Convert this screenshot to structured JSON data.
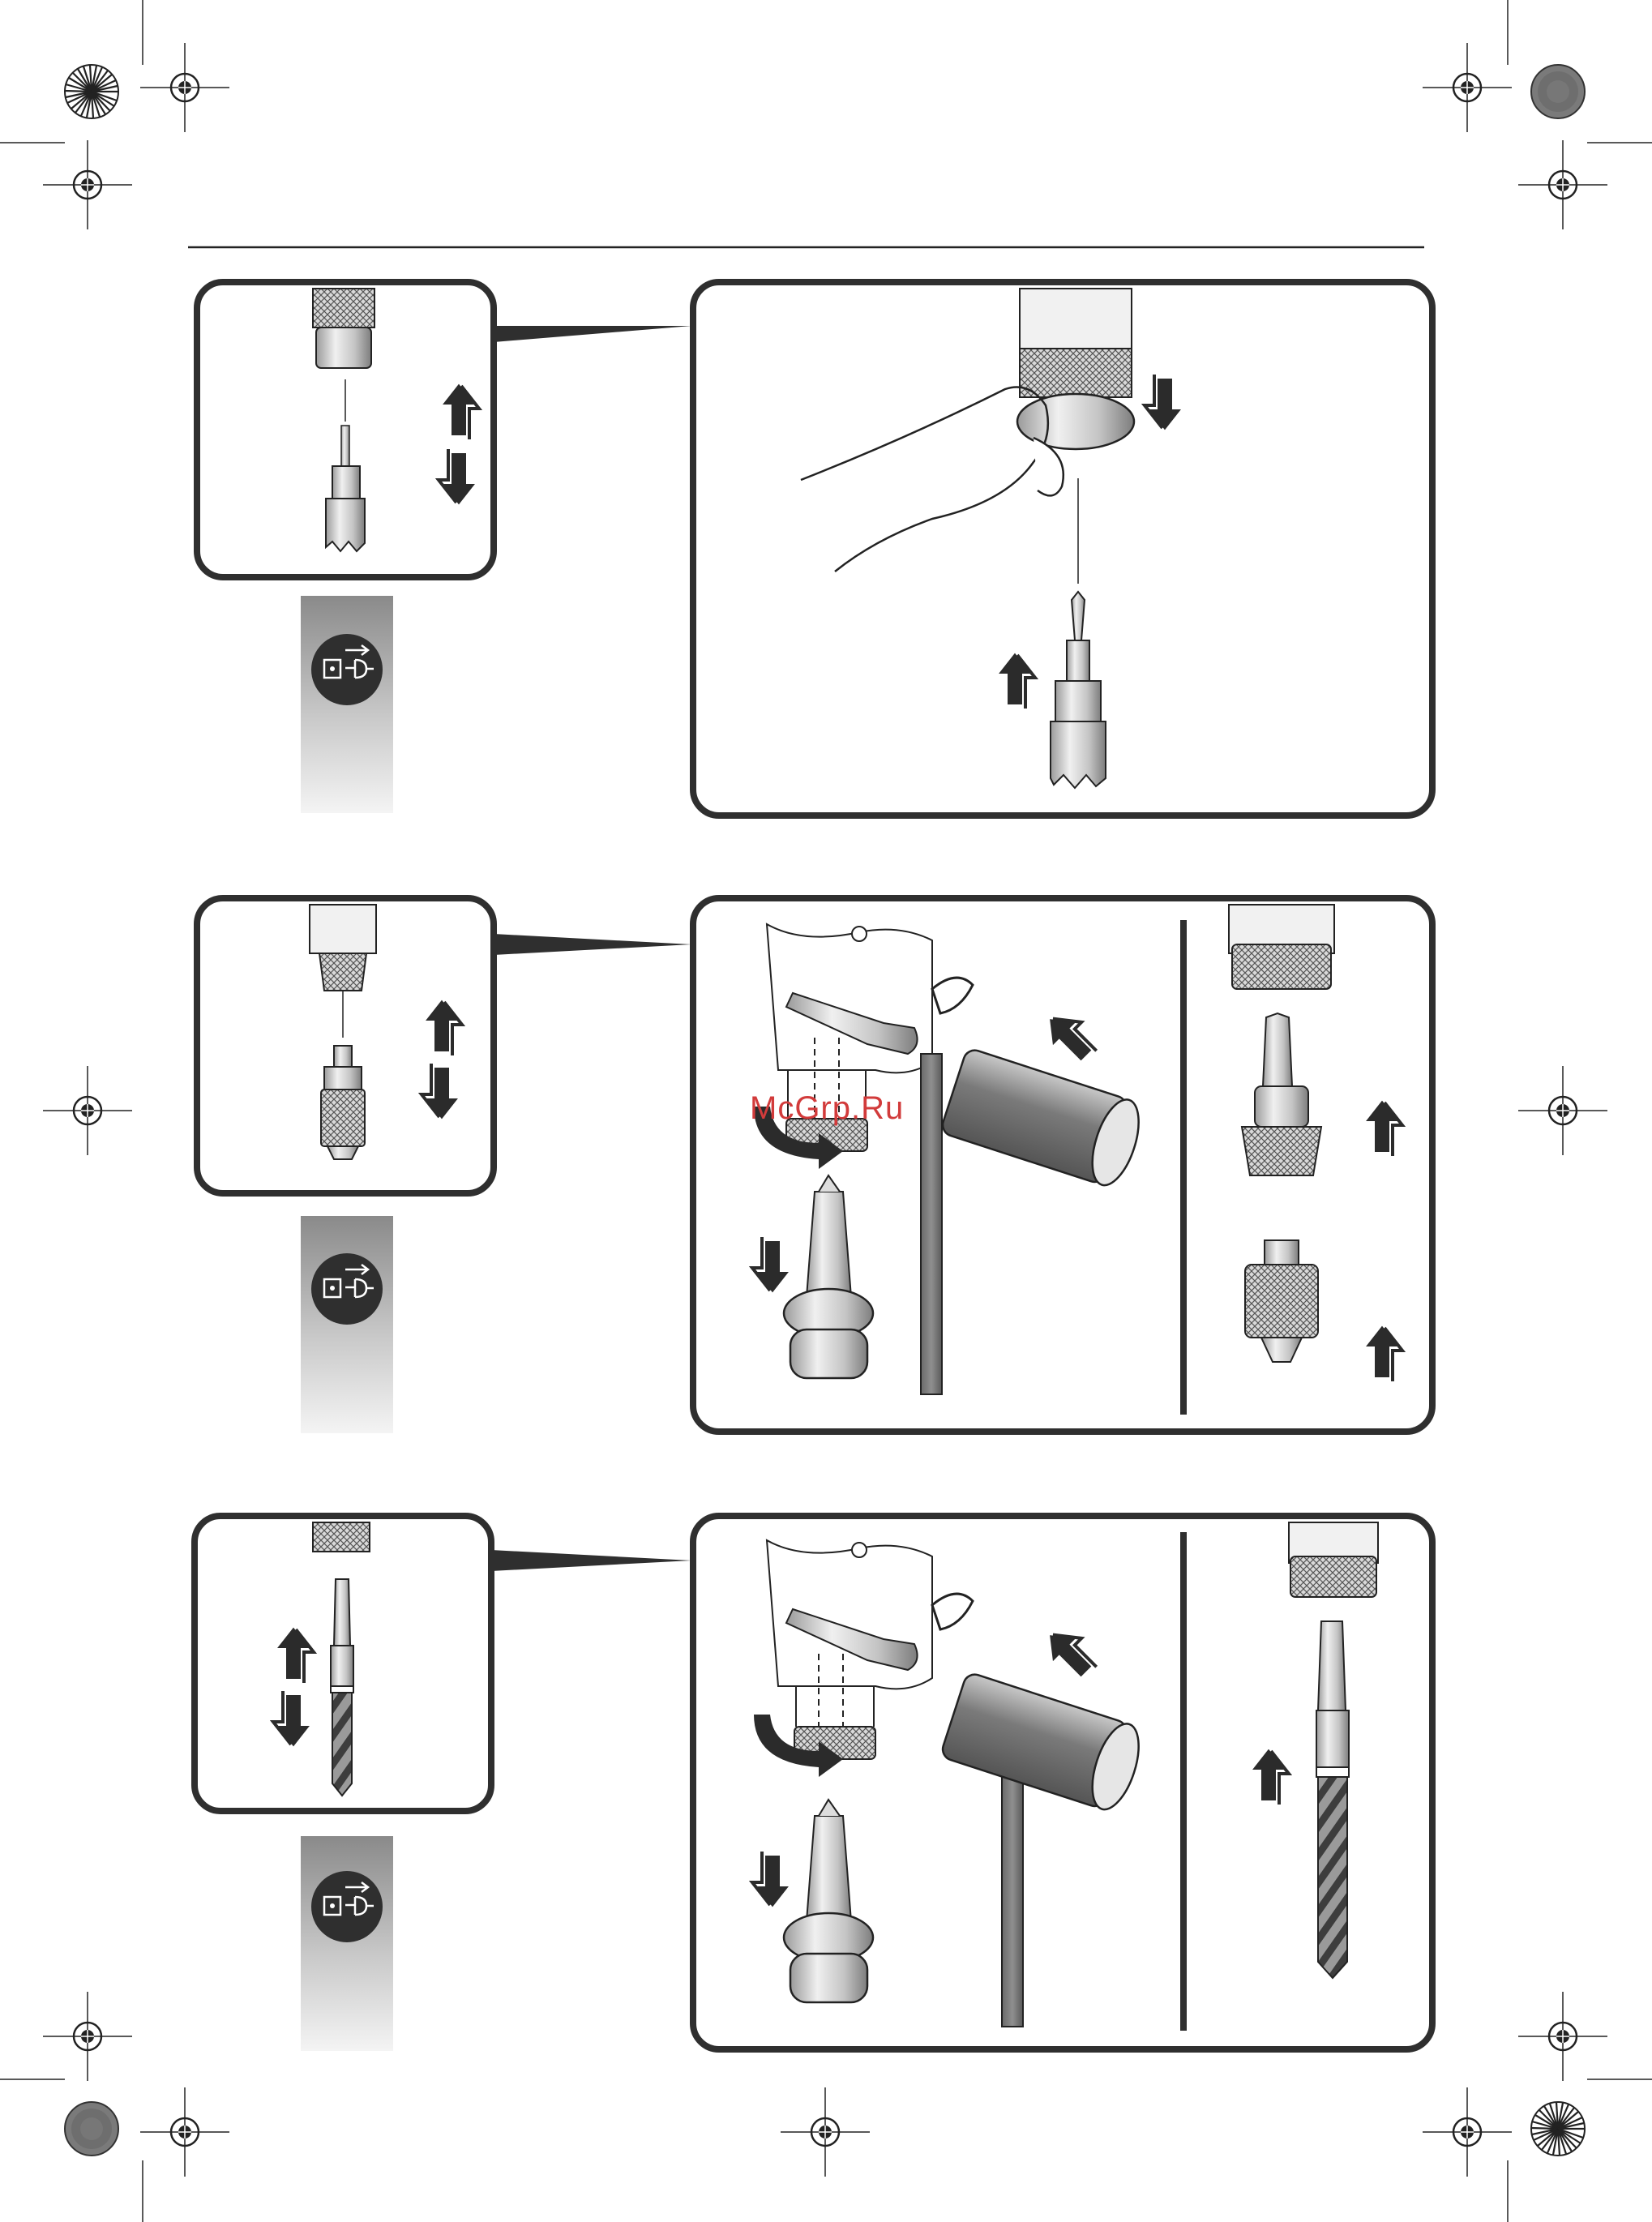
{
  "page": {
    "watermark": "McGrp.Ru",
    "colors": {
      "frame": "#3a3a3a",
      "line": "#222222",
      "steel_light": "#e8e8e8",
      "steel_mid": "#bdbdbd",
      "steel_dark": "#7a7a7a",
      "watermark": "#d23b3b",
      "icon_bg": "#333333"
    }
  },
  "steps": [
    {
      "name": "core-cutter-step",
      "small_icon": "core-cutter-icon",
      "large_icon": "hand-chuck-release-icon",
      "unplug_icon": "unplug-before-service-icon"
    },
    {
      "name": "drill-chuck-step",
      "small_icon": "drill-chuck-icon",
      "large_icon": "drift-key-hammer-icon",
      "unplug_icon": "unplug-before-service-icon"
    },
    {
      "name": "morse-taper-drill-step",
      "small_icon": "taper-drill-icon",
      "large_icon": "drift-key-hammer-icon",
      "unplug_icon": "unplug-before-service-icon"
    }
  ]
}
